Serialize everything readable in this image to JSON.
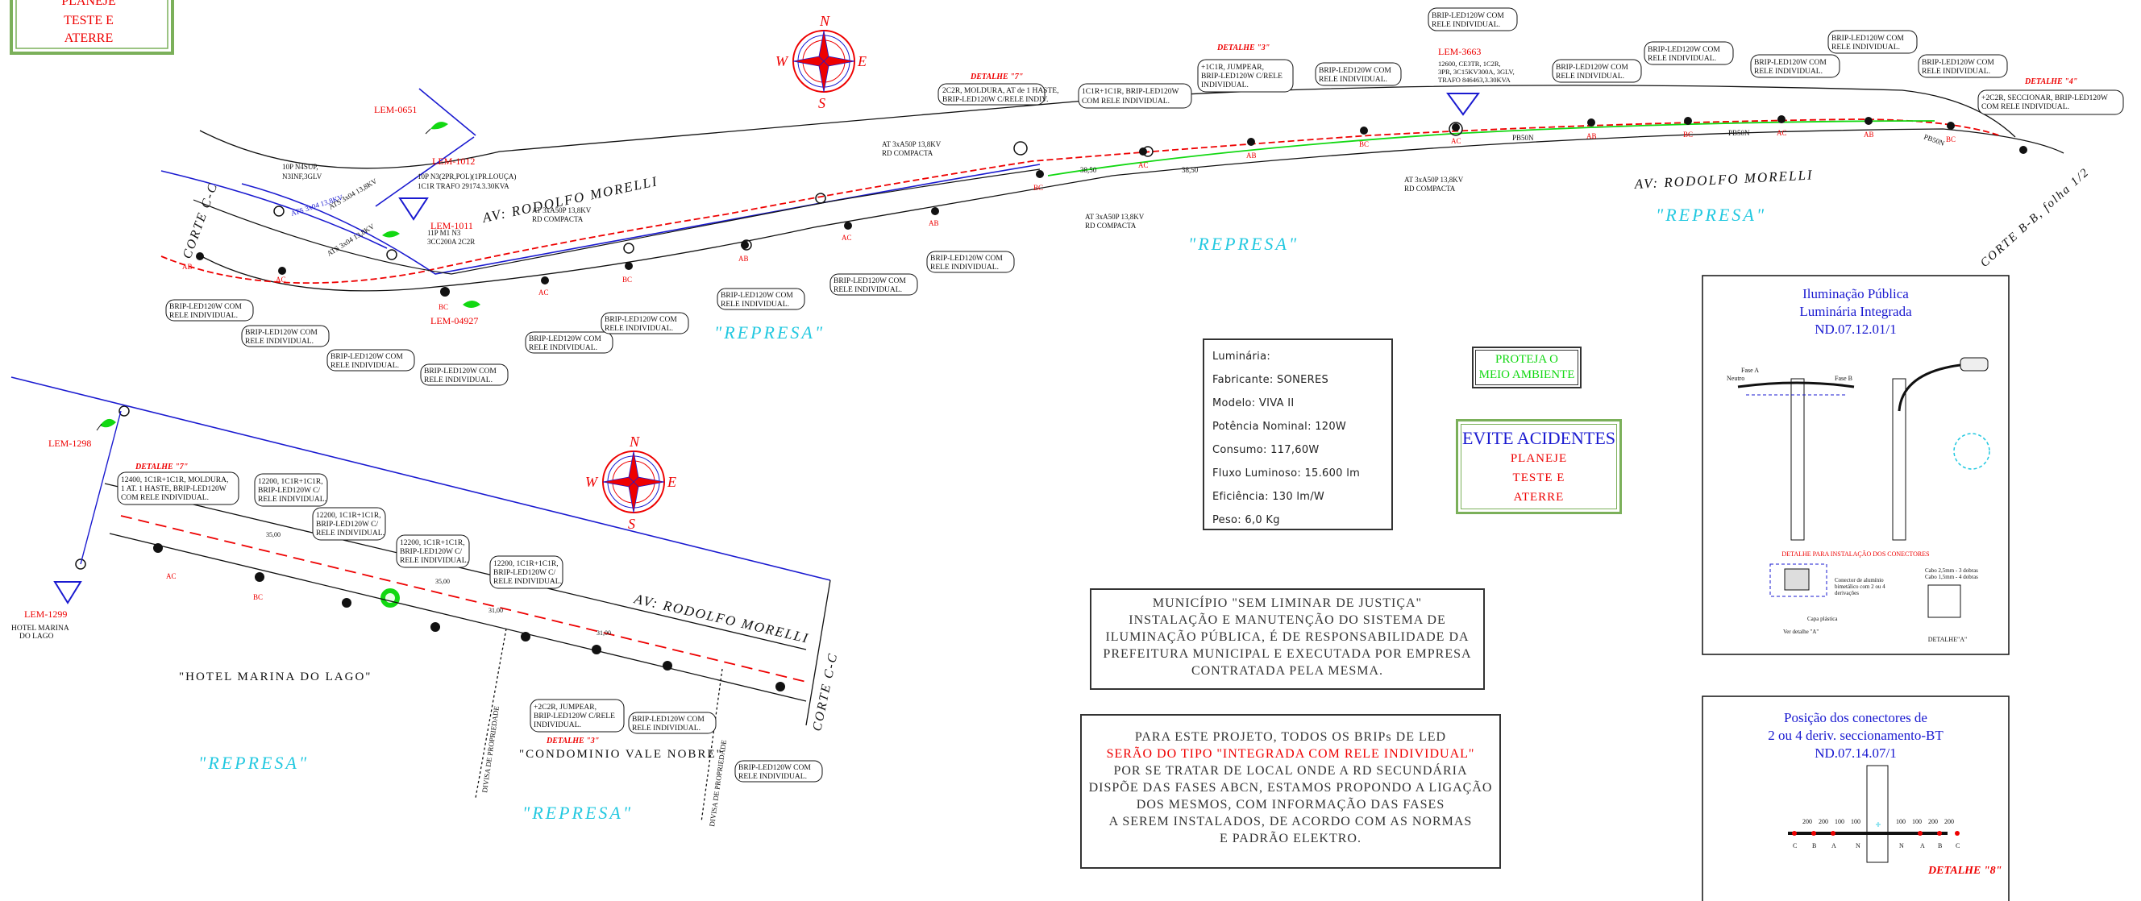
{
  "colors": {
    "red": "#e00000",
    "blue": "#1a1ad0",
    "green": "#12d812",
    "cyan": "#22c8e0",
    "black": "#111111",
    "frame_green": "#7bb05a"
  },
  "topleft_stamp": [
    "PLANEJE",
    "TESTE E",
    "ATERRE"
  ],
  "compass_letters": {
    "n": "N",
    "s": "S",
    "e": "E",
    "w": "W"
  },
  "street_name": "AV: RODOLFO MORELLI",
  "represa": "\"REPRESA\"",
  "hotel": "\"HOTEL MARINA DO LAGO\"",
  "condominio": "\"CONDOMINIO VALE NOBRE\"",
  "corte_cc": "CORTE C-C",
  "corte_bb": "CORTE B-B, folha 1/2",
  "divisa": "DIVISA DE PROPRIEDADE",
  "lem": {
    "l0651": "LEM-0651",
    "l1012": "LEM-1012",
    "l1011": "LEM-1011",
    "l04927": "LEM-04927",
    "l3663": "LEM-3663",
    "l1298": "LEM-1298",
    "l1299": "LEM-1299"
  },
  "hotel_marina_small": [
    "HOTEL MARINA",
    "DO LAGO"
  ],
  "brip": [
    "BRIP-LED120W COM",
    "RELE INDIVIDUAL."
  ],
  "brip_c": [
    "BRIP-LED120W C/",
    "RELE INDIVIDUAL."
  ],
  "detalhe7": "DETALHE \"7\"",
  "detalhe3": "DETALHE \"3\"",
  "detalhe4": "DETALHE \"4\"",
  "detalhe8": "DETALHE \"8\"",
  "callouts": {
    "d7_top": [
      "2C2R, MOLDURA, AT de 1 HASTE,",
      "BRIP-LED120W C/RELE INDIV."
    ],
    "c1c1r": [
      "1C1R+1C1R, BRIP-LED120W",
      "COM RELE INDIVIDUAL."
    ],
    "d3_top": [
      "+1C1R, JUMPEAR,",
      "BRIP-LED120W C/RELE",
      "INDIVIDUAL."
    ],
    "lem3663_box": [
      "BRIP-LED120W COM",
      "RELE INDIVIDUAL."
    ],
    "lem3663_desc": [
      "12600, CE3TR, 1C2R,",
      "3PR, 3C15KV300A, 3GLV,",
      "TRAFO 846463,3.30KVA"
    ],
    "d4_top": [
      "+2C2R, SECCIONAR, BRIP-LED120W",
      "COM RELE INDIVIDUAL."
    ],
    "d7_bot": [
      "12400, 1C1R+1C1R, MOLDURA,",
      "1 AT. 1 HASTE, BRIP-LED120W",
      "COM RELE INDIVIDUAL."
    ],
    "b12200": [
      "12200, 1C1R+1C1R,",
      "BRIP-LED120W C/",
      "RELE INDIVIDUAL."
    ],
    "d3_bot": [
      "+2C2R, JUMPEAR,",
      "BRIP-LED120W C/RELE",
      "INDIVIDUAL."
    ]
  },
  "line_labels": {
    "ats1": "ATS 3x04 13,8KV",
    "ats2": "ATS 3x04 13,8KV",
    "ats3": "ATS 3x04 13,8KV",
    "at_comp1": [
      "AT 3xA50P 13,8KV",
      "RD COMPACTA"
    ],
    "at_comp2": [
      "AT 3xA50P 13,8KV",
      "RD COMPACTA"
    ],
    "at_comp3": [
      "AT 3xA50P 13,8KV",
      "RD COMPACTA"
    ],
    "at_comp4": [
      "AT 3xA50P 13,8KV",
      "RD COMPACTA"
    ],
    "n3": [
      "10P N4SUP,",
      "N3INF,3GLV"
    ],
    "lem1012_desc": [
      "10P N3(2PR,POL)(1PR.LOUÇA)",
      "1C1R TRAFO 29174.3.30KVA"
    ],
    "lem1011_desc": [
      "11P M1 N3",
      "3CC200A 2C2R"
    ],
    "pb50n": "PB50N"
  },
  "luminaria": {
    "lines": [
      "Luminária:",
      "Fabricante: SONERES",
      "Modelo: VIVA II",
      "Potência Nominal: 120W",
      "Consumo: 117,60W",
      "Fluxo Luminoso: 15.600 lm",
      "Eficiência: 130 lm/W",
      "Peso: 6,0 Kg"
    ]
  },
  "proteja": [
    "PROTEJA O",
    "MEIO AMBIENTE"
  ],
  "evite": {
    "title": "EVITE ACIDENTES",
    "lines": [
      "PLANEJE",
      "TESTE E",
      "ATERRE"
    ]
  },
  "municipio": [
    "MUNICÍPIO \"SEM LIMINAR DE JUSTIÇA\"",
    "INSTALAÇÃO E MANUTENÇÃO DO SISTEMA DE",
    "ILUMINAÇÃO PÚBLICA, É DE RESPONSABILIDADE DA",
    "PREFEITURA MUNICIPAL E EXECUTADA POR EMPRESA",
    "CONTRATADA PELA MESMA."
  ],
  "projeto": {
    "l1": "PARA ESTE PROJETO, TODOS OS BRIPs DE LED",
    "l2": "SERÃO DO TIPO \"INTEGRADA COM RELE INDIVIDUAL\"",
    "rest": [
      "POR SE TRATAR DE LOCAL ONDE A RD SECUNDÁRIA",
      "DISPÕE DAS FASES ABCN, ESTAMOS PROPONDO A LIGAÇÃO",
      "DOS MESMOS, COM INFORMAÇÃO DAS FASES",
      "A SEREM INSTALADOS, DE ACORDO COM AS NORMAS",
      "E PADRÃO ELEKTRO."
    ]
  },
  "ilum_panel": {
    "title": [
      "Iluminação Pública",
      "Luminária Integrada",
      "ND.07.12.01/1"
    ],
    "fase_a": "Fase A",
    "neutro": "Neutro",
    "fase_b": "Fase B",
    "detalhe_inst": "DETALHE PARA INSTALAÇÃO DOS CONECTORES",
    "cabo": [
      "Cabo 2,5mm - 3 dobras",
      "Cabo 1,5mm - 4 dobras"
    ],
    "conector": [
      "Conector de alumínio",
      "bimetálico com 2 ou 4",
      "derivações"
    ],
    "capa": "Capa plástica",
    "ver": "Ver detalhe \"A\"",
    "detalhe_a": "DETALHE\"A\""
  },
  "posicao_panel": {
    "title": [
      "Posição dos conectores de",
      "2 ou 4 deriv. seccionamento-BT",
      "ND.07.14.07/1"
    ],
    "dims": [
      "200",
      "200",
      "100",
      "100",
      "100",
      "100",
      "200",
      "200"
    ],
    "phases": [
      "C",
      "B",
      "A",
      "N",
      "N",
      "A",
      "B",
      "C"
    ]
  },
  "phase_codes": [
    "AB",
    "AC",
    "BC",
    "AC",
    "BC",
    "AB",
    "AC",
    "AB",
    "BC",
    "AC",
    "AB",
    "BC",
    "AC",
    "AB",
    "BC",
    "AC",
    "AB",
    "BC",
    "AC",
    "BC"
  ],
  "spans": [
    "38,50",
    "38,50",
    "35,00",
    "35,00",
    "31,00",
    "31,00"
  ]
}
